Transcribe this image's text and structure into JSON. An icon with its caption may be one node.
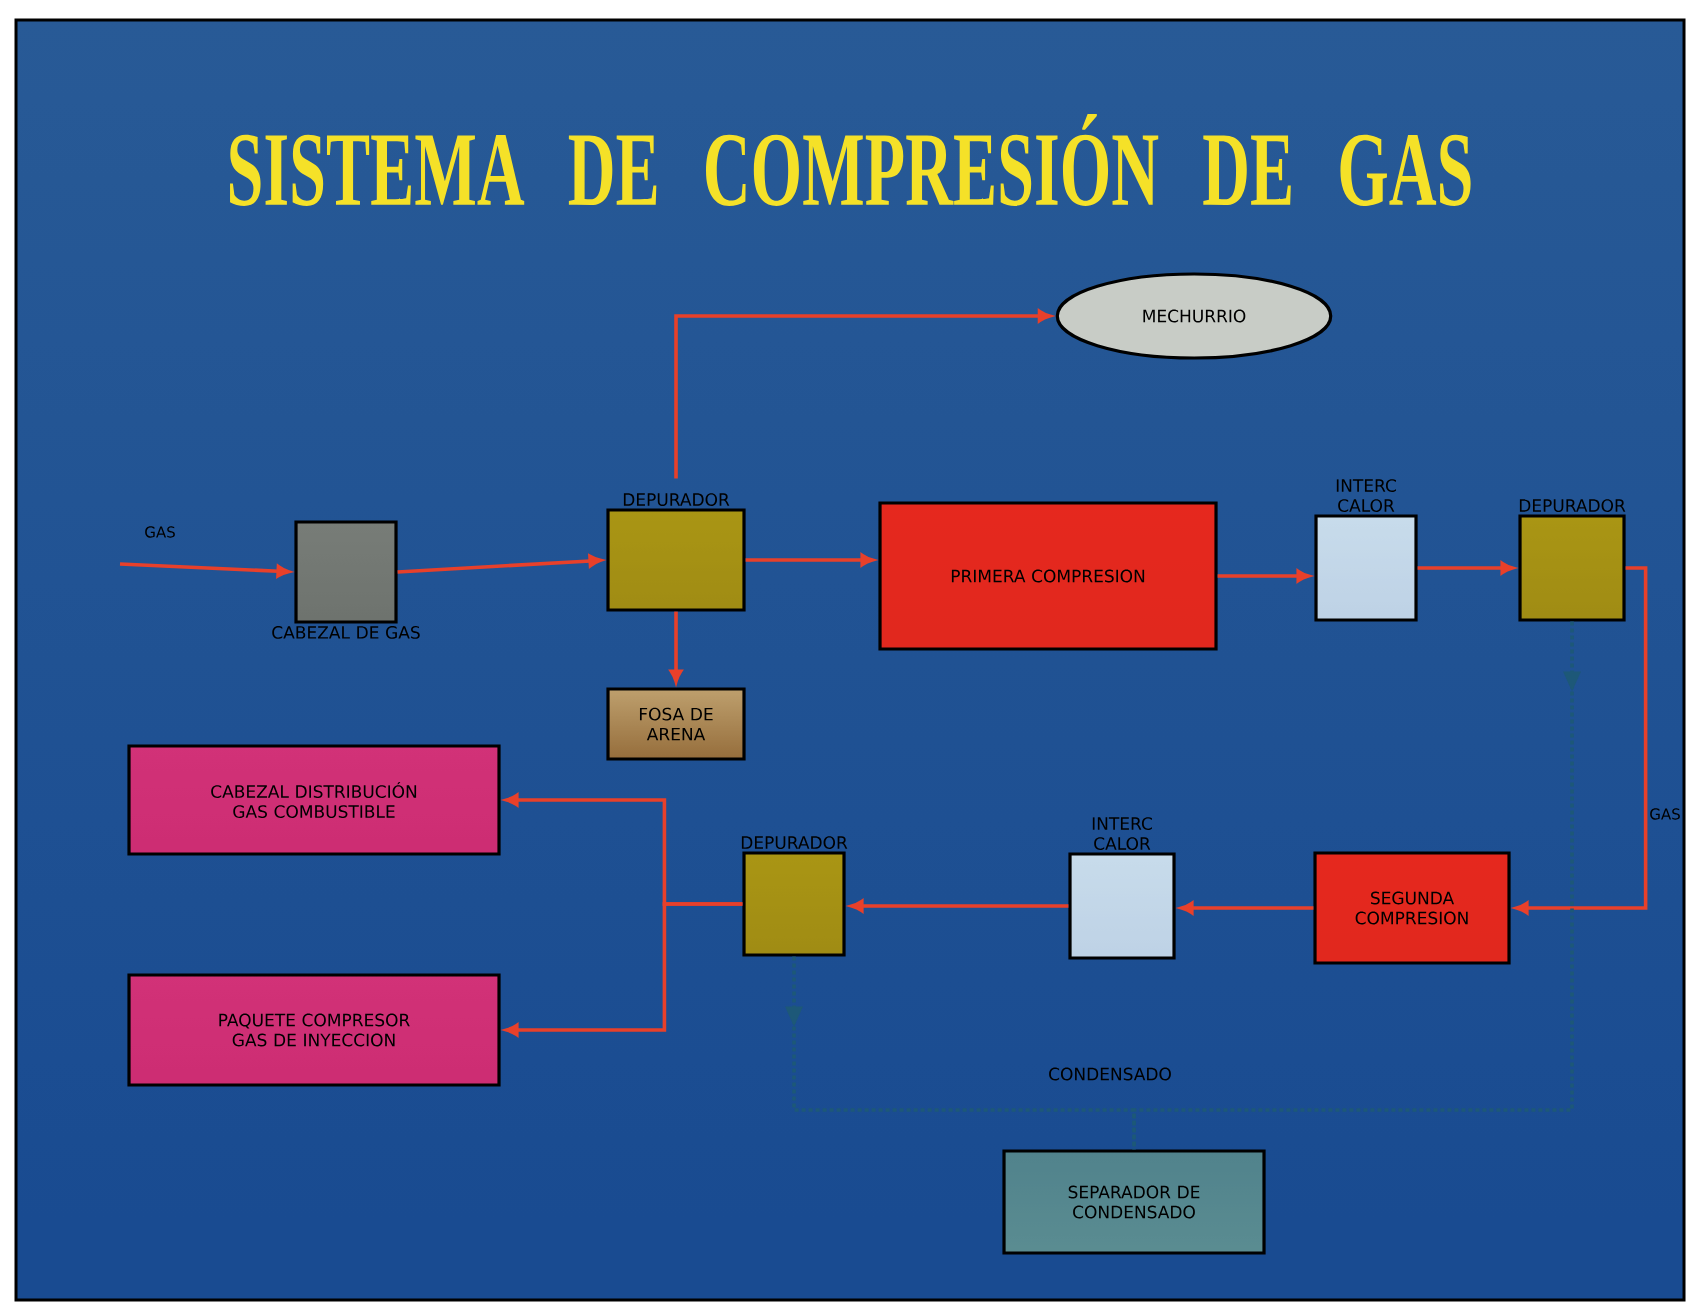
{
  "diagram": {
    "title": "SISTEMA DE COMPRESIÓN DE GAS",
    "nodes": [
      {
        "text": [
          "CABEZAL DE GAS"
        ]
      },
      {
        "text": [
          "DEPURADOR"
        ]
      },
      {
        "text": [
          "MECHURRIO"
        ]
      },
      {
        "text": [
          "FOSA DE ARENA"
        ]
      },
      {
        "text": [
          "PRIMERA COMPRESION"
        ]
      },
      {
        "text": [
          "INTERC CALOR"
        ]
      },
      {
        "text": [
          "DEPURADOR"
        ]
      },
      {
        "text": [
          "SEGUNDA COMPRESION"
        ]
      },
      {
        "text": [
          "INTERC CALOR"
        ]
      },
      {
        "text": [
          "DEPURADOR"
        ]
      },
      {
        "text": [
          "CABEZAL DISTRIBUCIÓN GAS COMBUSTIBLE"
        ]
      },
      {
        "text": [
          "PAQUETE COMPRESOR GAS DE INYECCION"
        ]
      },
      {
        "text": [
          "SEPARADOR DE CONDENSADO"
        ]
      }
    ],
    "edges": [
      {
        "from": null,
        "to": 0,
        "arrow": "to",
        "label": "GAS"
      },
      {
        "from": 0,
        "to": 1,
        "arrow": "to"
      },
      {
        "from": 1,
        "to": 2,
        "arrow": "to"
      },
      {
        "from": 1,
        "to": 3,
        "arrow": "to"
      },
      {
        "from": 1,
        "to": 4,
        "arrow": "to"
      },
      {
        "from": 4,
        "to": 5,
        "arrow": "to"
      },
      {
        "from": 5,
        "to": 6,
        "arrow": "to"
      },
      {
        "from": 6,
        "to": 7,
        "arrow": "to",
        "label": "GAS"
      },
      {
        "from": 7,
        "to": 8,
        "arrow": "to"
      },
      {
        "from": 8,
        "to": 9,
        "arrow": "to"
      },
      {
        "from": 9,
        "to": 10,
        "arrow": "to"
      },
      {
        "from": 9,
        "to": 11,
        "arrow": "to"
      },
      {
        "from": 6,
        "to": 12,
        "arrow": "to",
        "style": "dashed",
        "color": "#1d5878"
      },
      {
        "from": 9,
        "to": 12,
        "arrow": "to",
        "style": "dashed",
        "color": "#1d5878"
      }
    ],
    "labels": [
      "CONDENSADO"
    ]
  }
}
